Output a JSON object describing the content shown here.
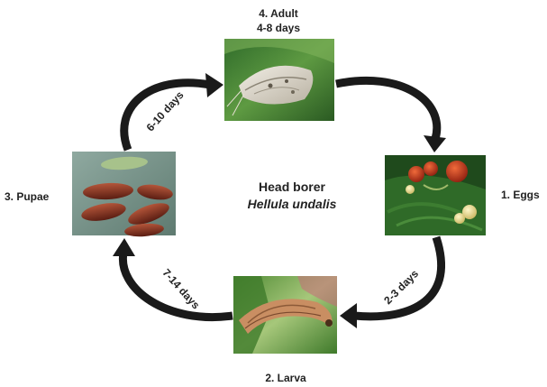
{
  "center": {
    "common_name": "Head borer",
    "scientific_name": "Hellula undalis"
  },
  "stages": {
    "adult": {
      "label": "4. Adult",
      "duration": "4-8 days"
    },
    "eggs": {
      "label": "1. Eggs"
    },
    "larva": {
      "label": "2. Larva"
    },
    "pupae": {
      "label": "3. Pupae"
    }
  },
  "transitions": {
    "eggs_to_larva": "2-3 days",
    "larva_to_pupae": "7-14 days",
    "pupae_to_adult": "6-10 days"
  }
}
